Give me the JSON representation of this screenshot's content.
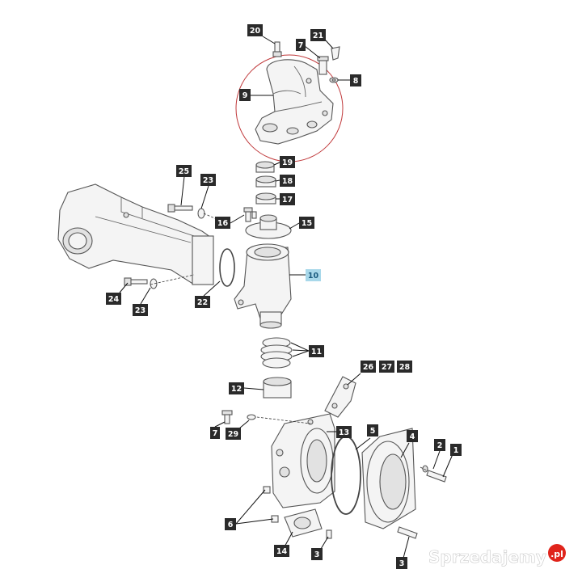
{
  "callouts": [
    {
      "id": "c20",
      "label": "20"
    },
    {
      "id": "c7a",
      "label": "7"
    },
    {
      "id": "c21",
      "label": "21"
    },
    {
      "id": "c8",
      "label": "8"
    },
    {
      "id": "c9",
      "label": "9"
    },
    {
      "id": "c19",
      "label": "19"
    },
    {
      "id": "c18",
      "label": "18"
    },
    {
      "id": "c17",
      "label": "17"
    },
    {
      "id": "c25",
      "label": "25"
    },
    {
      "id": "c23a",
      "label": "23"
    },
    {
      "id": "c16",
      "label": "16"
    },
    {
      "id": "c15",
      "label": "15"
    },
    {
      "id": "c10",
      "label": "10",
      "highlight": true
    },
    {
      "id": "c24",
      "label": "24"
    },
    {
      "id": "c23b",
      "label": "23"
    },
    {
      "id": "c22",
      "label": "22"
    },
    {
      "id": "c11",
      "label": "11"
    },
    {
      "id": "c26",
      "label": "26"
    },
    {
      "id": "c27",
      "label": "27"
    },
    {
      "id": "c28",
      "label": "28"
    },
    {
      "id": "c12",
      "label": "12"
    },
    {
      "id": "c7b",
      "label": "7"
    },
    {
      "id": "c29",
      "label": "29"
    },
    {
      "id": "c13",
      "label": "13"
    },
    {
      "id": "c5",
      "label": "5"
    },
    {
      "id": "c4",
      "label": "4"
    },
    {
      "id": "c2",
      "label": "2"
    },
    {
      "id": "c1",
      "label": "1"
    },
    {
      "id": "c6",
      "label": "6"
    },
    {
      "id": "c14",
      "label": "14"
    },
    {
      "id": "c3a",
      "label": "3"
    },
    {
      "id": "c3b",
      "label": "3"
    }
  ],
  "watermark": {
    "text": "Sprzedajemy",
    "suffix": ".pl",
    "suffix_color": "#e0241b"
  },
  "colors": {
    "callout_bg": "#2a2a2a",
    "callout_highlight_bg": "#a8d8ea",
    "detail_circle": "#c0393b"
  }
}
